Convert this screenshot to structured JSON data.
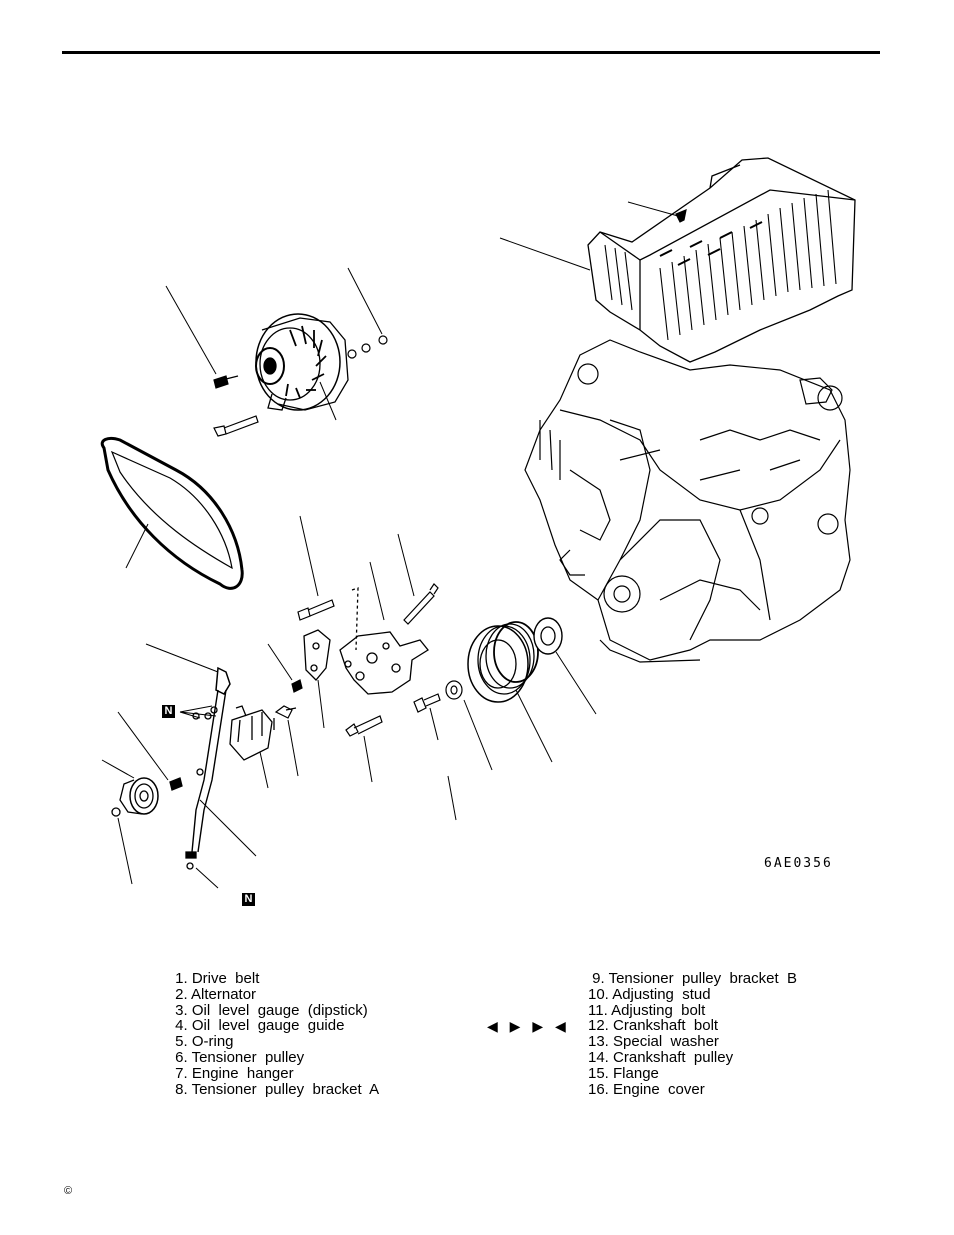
{
  "figure": {
    "code": "6AE0356",
    "marker_label": "N"
  },
  "legend": {
    "left": [
      " 1. Drive  belt",
      " 2. Alternator",
      " 3. Oil  level  gauge  (dipstick)",
      " 4. Oil  level  gauge  guide",
      " 5. O-ring",
      " 6. Tensioner  pulley",
      " 7. Engine  hanger",
      " 8. Tensioner  pulley  bracket  A"
    ],
    "right": [
      " 9. Tensioner  pulley  bracket  B",
      "10. Adjusting  stud",
      "11. Adjusting  bolt",
      "12. Crankshaft  bolt",
      "13. Special  washer",
      "14. Crankshaft  pulley",
      "15. Flange",
      "16. Engine  cover"
    ],
    "arrow_marks": "◀ ▶ ▶ ◀"
  },
  "footer": {
    "copyright": "©"
  }
}
